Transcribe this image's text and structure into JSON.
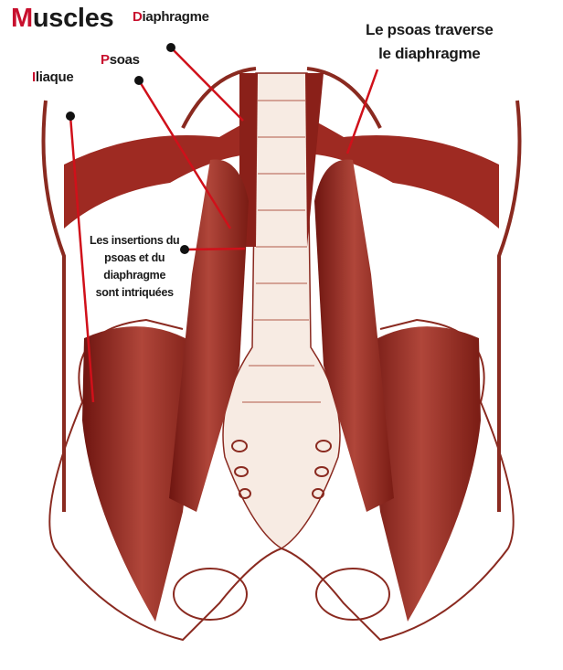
{
  "title": {
    "first": "M",
    "rest": "uscles"
  },
  "labels": {
    "diaphragme": {
      "first": "D",
      "rest": "iaphragme"
    },
    "psoas": {
      "first": "P",
      "rest": "soas"
    },
    "iliaque": {
      "first": "I",
      "rest": "liaque"
    },
    "traverse": [
      "Le psoas traverse",
      "le diaphragme"
    ],
    "insertions": [
      "Les insertions du",
      "psoas et du",
      "diaphragme",
      "sont intriquées"
    ]
  },
  "colors": {
    "muscle": "#9e2a22",
    "muscle_dark": "#6e1510",
    "accent": "#c8102e",
    "leader": "#d0101a",
    "bone": "#f7ebe3"
  }
}
